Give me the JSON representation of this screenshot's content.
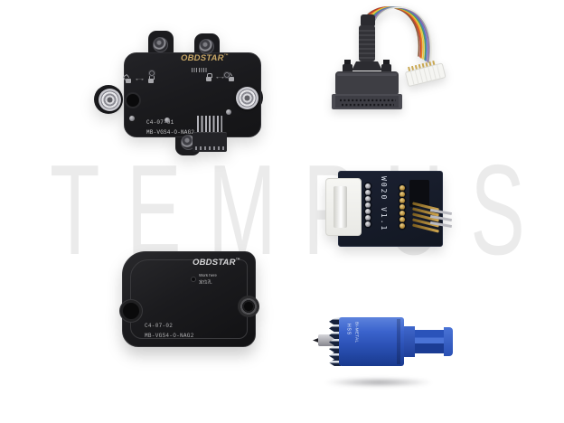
{
  "watermark": {
    "text": "TEMPUS"
  },
  "colors": {
    "background": "#ffffff",
    "watermark": "#ebebeb",
    "board_black": "#1c1c1e",
    "pcb_dark_navy": "#161b27",
    "logo_gold": "#c8a766",
    "logo_silver": "#d6d6d8",
    "hole_saw_blue": "#2e5ac4"
  },
  "icons": {
    "arrow": "↔",
    "lock": "lock-icon",
    "unlock": "unlock-icon"
  },
  "adapter_board": {
    "brand": "OBDSTAR",
    "trademark": "™",
    "part_no": "C4-07-01",
    "model": "MB-VGS4-O-NAG2"
  },
  "cover_plate": {
    "brand": "OBDSTAR",
    "trademark": "™",
    "work_here_label": "Work here",
    "work_here_cn": "定位孔",
    "part_no": "C4-07-02",
    "model": "MB-VGS4-O-NAG2"
  },
  "pcb_adapter": {
    "label": "W020 V1.1"
  },
  "hole_saw": {
    "label_line1": "HSS",
    "label_line2": "BI-METAL"
  }
}
